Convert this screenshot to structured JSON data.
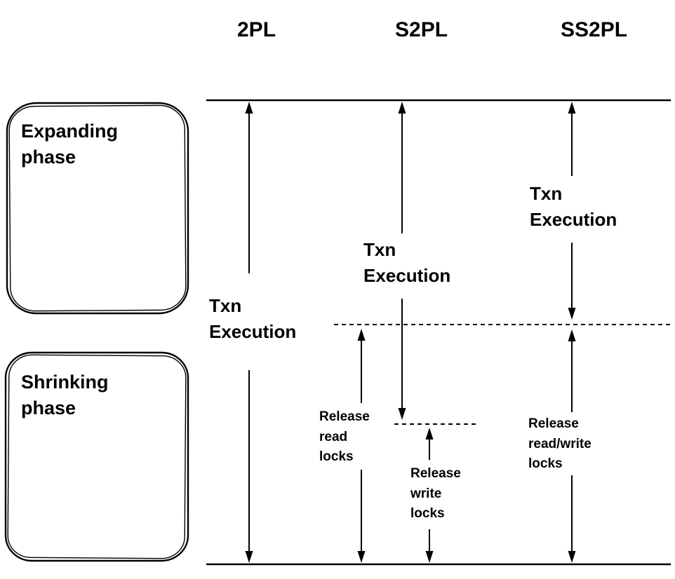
{
  "diagram": {
    "columns": [
      {
        "id": "2pl",
        "label": "2PL"
      },
      {
        "id": "s2pl",
        "label": "S2PL"
      },
      {
        "id": "ss2pl",
        "label": "SS2PL"
      }
    ],
    "phases": [
      {
        "id": "expanding",
        "label": "Expanding\nphase"
      },
      {
        "id": "shrinking",
        "label": "Shrinking\nphase"
      }
    ],
    "annotations": {
      "txn_2pl": "Txn\nExecution",
      "txn_s2pl": "Txn\nExecution",
      "txn_ss2pl": "Txn\nExecution",
      "release_read": "Release\nread\nlocks",
      "release_write": "Release\nwrite\nlocks",
      "release_read_write": "Release\nread/write\nlocks"
    },
    "colors": {
      "ink": "#000000",
      "background": "#ffffff"
    }
  }
}
